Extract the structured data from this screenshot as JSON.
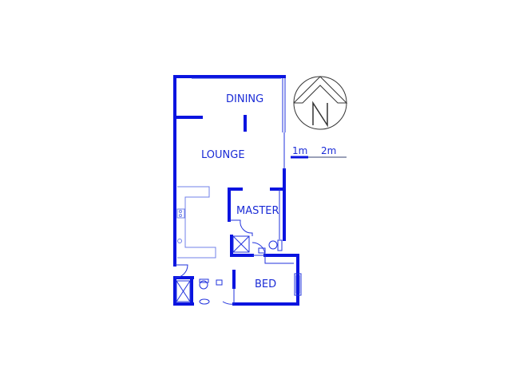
{
  "colors": {
    "wall": "#0a14e0",
    "thin": "#2233dd",
    "fixture": "#7080e8",
    "text": "#1a2bd6"
  },
  "rooms": {
    "dining": "DINING",
    "lounge": "LOUNGE",
    "master": "MASTER",
    "bed": "BED"
  },
  "compass": {
    "label": "N"
  },
  "scale": {
    "mark_1": "1m",
    "mark_2": "2m"
  }
}
